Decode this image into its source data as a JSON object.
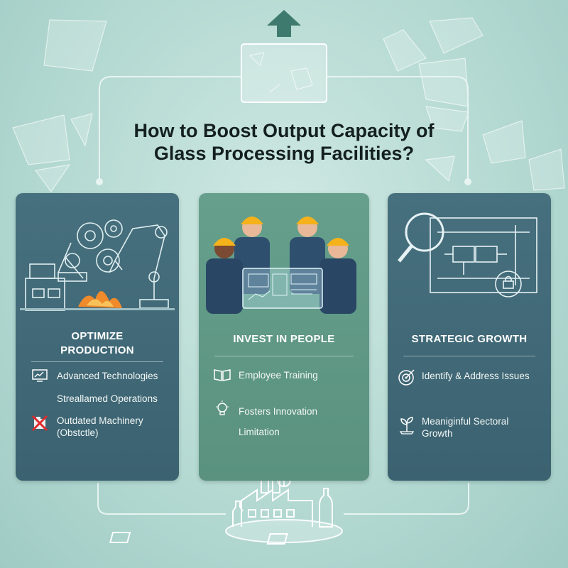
{
  "title_line1": "How to Boost Output Capacity of",
  "title_line2": "Glass Processing Facilities?",
  "columns": [
    {
      "title_line1": "OPTIMIZE",
      "title_line2": "PRODUCTION",
      "items": [
        {
          "text": "Advanced Technologies",
          "icon": "monitor-chart-icon"
        },
        {
          "text": "Streallamed Operations",
          "icon": ""
        },
        {
          "text_line1": "Outdated Machinery",
          "text_line2": "(Obstctle)",
          "icon": "crossed-machine-icon"
        }
      ]
    },
    {
      "title": "INVEST IN PEOPLE",
      "items": [
        {
          "text": "Employee Training",
          "icon": "book-icon"
        },
        {
          "text": "Fosters Innovation",
          "icon": "lightbulb-icon"
        },
        {
          "text": "Limitation",
          "icon": ""
        }
      ]
    },
    {
      "title": "STRATEGIC GROWTH",
      "items": [
        {
          "text": "Identify & Address Issues",
          "icon": "target-icon"
        },
        {
          "text_line1": "Meaniginful Sectoral",
          "text_line2": "Growth",
          "icon": "sprout-icon"
        }
      ]
    }
  ],
  "colors": {
    "background": "#b5dad3",
    "card_blue": "#426a78",
    "card_green": "#5f9885",
    "arrow": "#3f7a6e",
    "accent_orange": "#f08a2a",
    "hard_hat": "#f5b21b"
  }
}
